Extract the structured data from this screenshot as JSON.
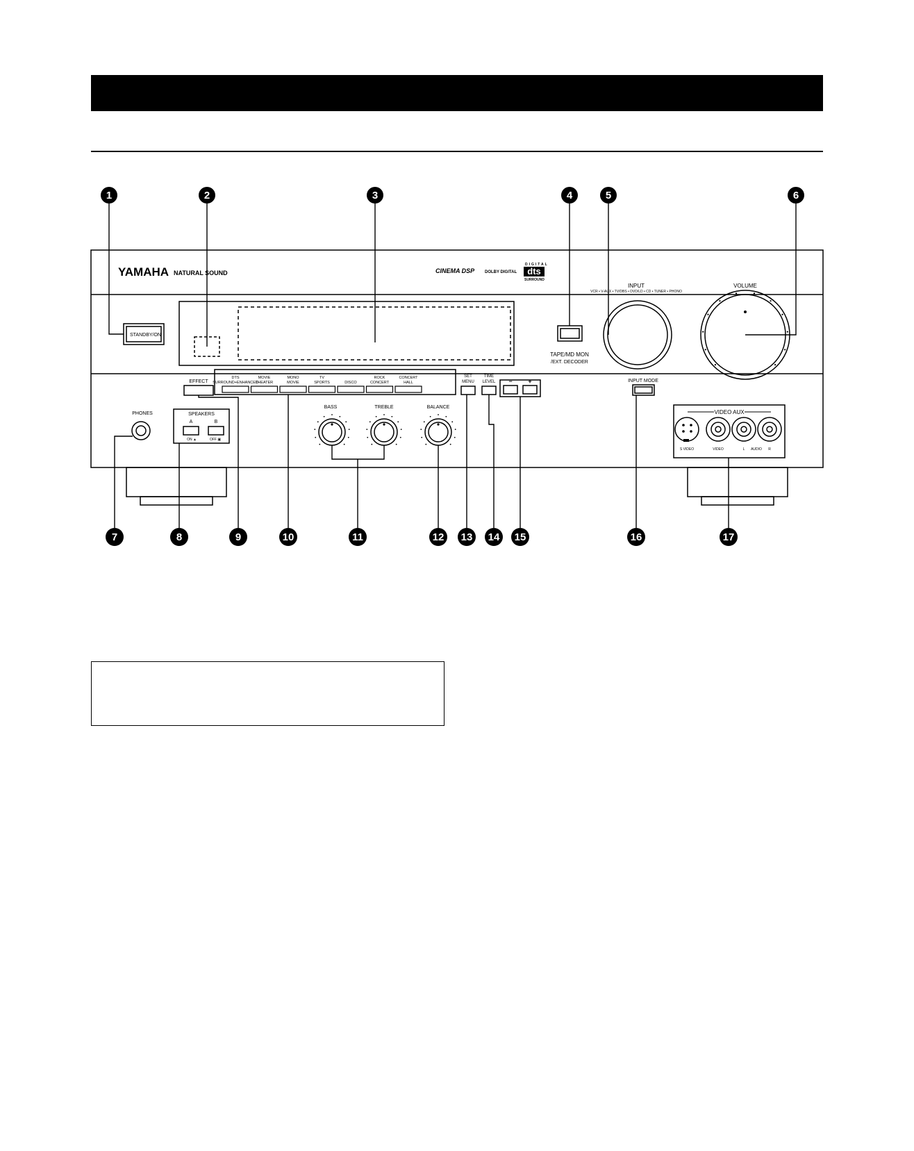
{
  "brand": {
    "logo": "YAMAHA",
    "tagline": "NATURAL SOUND"
  },
  "badges": {
    "cinema": "CINEMA DSP",
    "dolby": "DOLBY DIGITAL",
    "dts_top": "DIGITAL",
    "dts": "dts",
    "dts_bottom": "SURROUND"
  },
  "controls": {
    "standby": "STANDBY/ON",
    "input_label": "INPUT",
    "input_sources": "VCR • V-AUX • TV/DBS • DVD/LD • CD • TUNER • PHONO",
    "volume_label": "VOLUME",
    "tape_line1": "TAPE/MD MON",
    "tape_line2": "/EXT. DECODER",
    "effect": "EFFECT",
    "phones": "PHONES",
    "speakers": "SPEAKERS",
    "speaker_a": "A",
    "speaker_b": "B",
    "speaker_on": "ON ▲",
    "speaker_off": "OFF ▣",
    "bass": "BASS",
    "treble": "TREBLE",
    "balance": "BALANCE",
    "set_menu_1": "SET",
    "set_menu_2": "MENU",
    "time_level_1": "TIME",
    "time_level_2": "LEVEL",
    "minus": "−",
    "plus": "+",
    "input_mode": "INPUT MODE",
    "video_aux": "VIDEO AUX",
    "s_video": "S VIDEO",
    "video": "VIDEO",
    "audio_l": "L",
    "audio": "AUDIO",
    "audio_r": "R"
  },
  "dsp_programs": [
    {
      "line1": "DTS",
      "line2": "SURROUND+ENHANCED"
    },
    {
      "line1": "MOVIE",
      "line2": "THEATER"
    },
    {
      "line1": "MONO",
      "line2": "MOVIE"
    },
    {
      "line1": "TV",
      "line2": "SPORTS"
    },
    {
      "line1": "",
      "line2": "DISCO"
    },
    {
      "line1": "ROCK",
      "line2": "CONCERT"
    },
    {
      "line1": "CONCERT",
      "line2": "HALL"
    }
  ],
  "callouts": {
    "c1": "1",
    "c2": "2",
    "c3": "3",
    "c4": "4",
    "c5": "5",
    "c6": "6",
    "c7": "7",
    "c8": "8",
    "c9": "9",
    "c10": "10",
    "c11": "11",
    "c12": "12",
    "c13": "13",
    "c14": "14",
    "c15": "15",
    "c16": "16",
    "c17": "17"
  }
}
